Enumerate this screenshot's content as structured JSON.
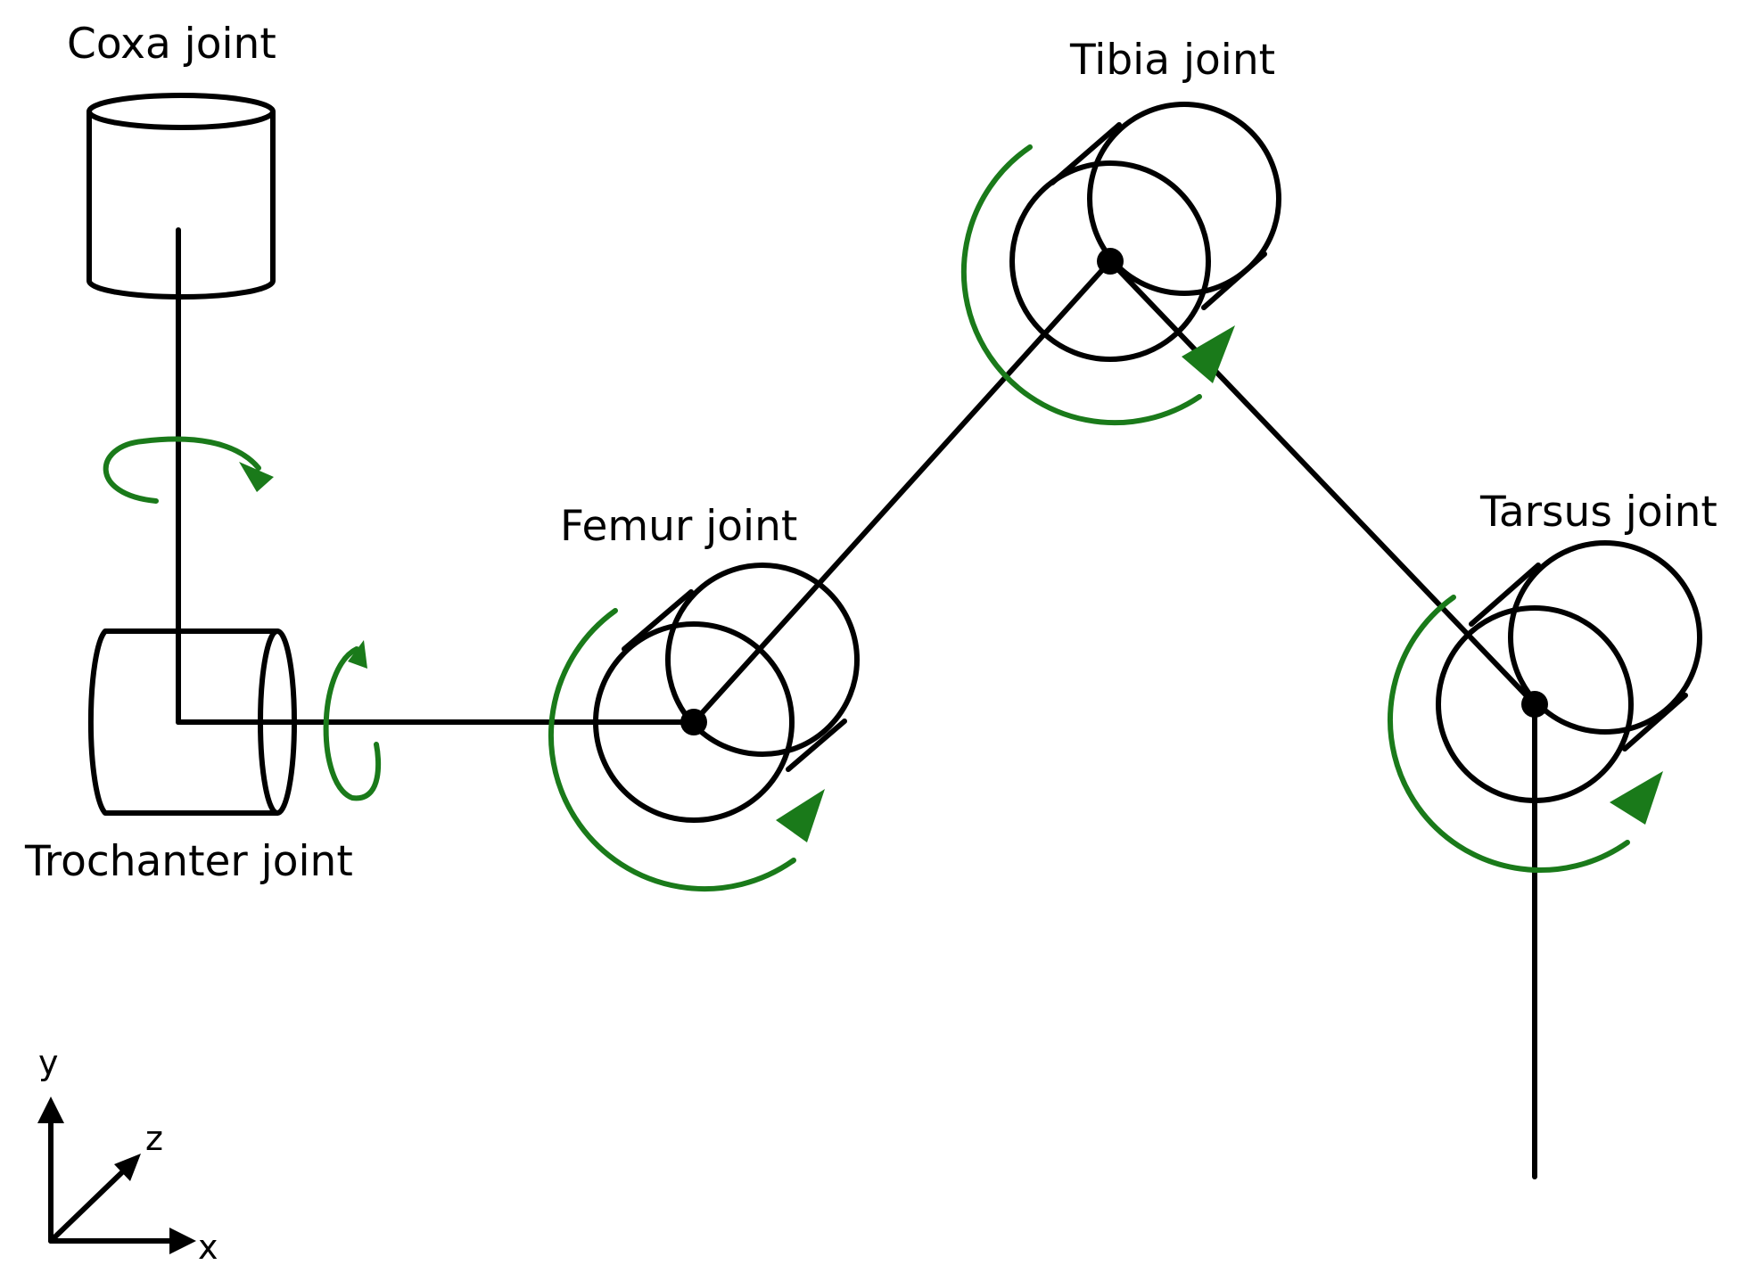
{
  "labels": {
    "coxa": "Coxa joint",
    "tibia": "Tibia joint",
    "femur": "Femur joint",
    "tarsus": "Tarsus joint",
    "trochanter": "Trochanter joint"
  },
  "axes": {
    "x": "x",
    "y": "y",
    "z": "z"
  },
  "colors": {
    "link": "#000000",
    "rotation_arrow": "#1a7a1a"
  }
}
